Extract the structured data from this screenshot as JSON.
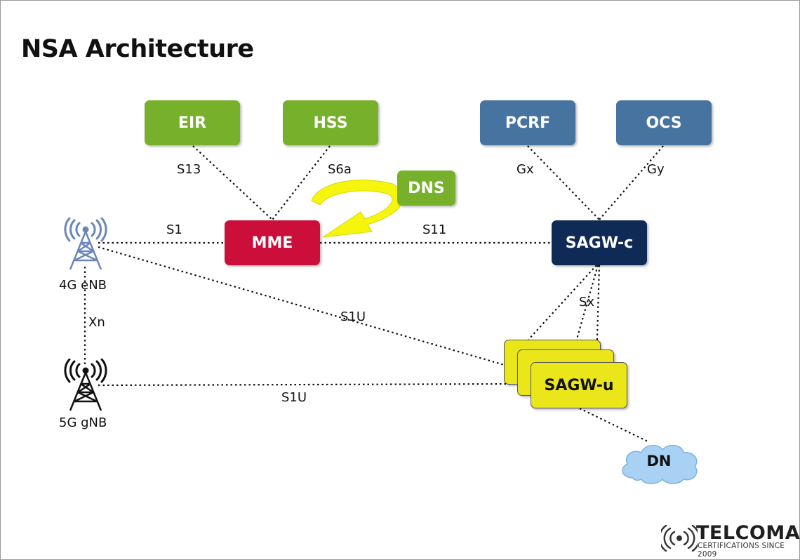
{
  "title": "NSA Architecture",
  "nodes": {
    "eir": "EIR",
    "hss": "HSS",
    "pcrf": "PCRF",
    "ocs": "OCS",
    "dns": "DNS",
    "mme": "MME",
    "sagw_c": "SAGW-c",
    "sagw_u": "SAGW-u",
    "dn": "DN"
  },
  "towers": {
    "enb": "4G eNB",
    "gnb": "5G gNB"
  },
  "interfaces": {
    "s13": "S13",
    "s6a": "S6a",
    "gx": "Gx",
    "gy": "Gy",
    "s1": "S1",
    "s11": "S11",
    "sx": "Sx",
    "s1u_enb": "S1U",
    "s1u_gnb": "S1U",
    "xn": "Xn"
  },
  "logo": {
    "name": "TELCOMA",
    "tagline": "CERTIFICATIONS SINCE 2009"
  },
  "colors": {
    "green": "#77b02a",
    "blue": "#46739f",
    "red": "#cc0f3a",
    "navy": "#0f2b55",
    "yellow": "#ebe61a",
    "cloud": "#a8d1f3",
    "arrow": "#f5f50e",
    "enb_tower": "#6b86b8",
    "gnb_tower": "#111111"
  }
}
